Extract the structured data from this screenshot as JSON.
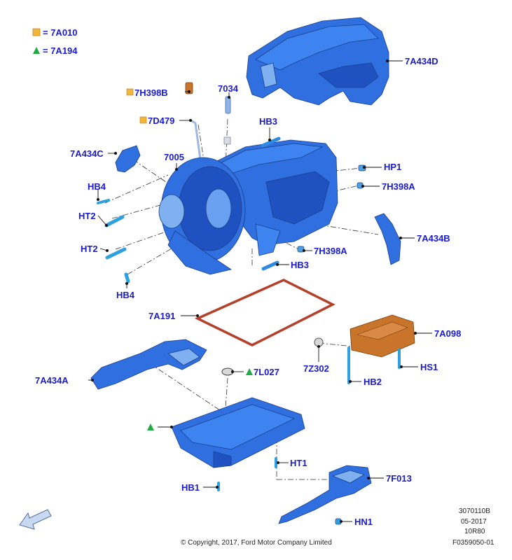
{
  "legend": [
    {
      "symbol": "square-orange",
      "text": "= 7A010"
    },
    {
      "symbol": "triangle-green",
      "text": "= 7A194"
    }
  ],
  "labels": {
    "l_7A434D": "7A434D",
    "l_7H398B": "7H398B",
    "l_7034": "7034",
    "l_7D479": "7D479",
    "l_HB3_top": "HB3",
    "l_7A434C": "7A434C",
    "l_7005": "7005",
    "l_HP1": "HP1",
    "l_7H398A_r": "7H398A",
    "l_HB4_top": "HB4",
    "l_HT2_a": "HT2",
    "l_7A434B": "7A434B",
    "l_HT2_b": "HT2",
    "l_7H398A_b": "7H398A",
    "l_HB3_bot": "HB3",
    "l_HB4_bot": "HB4",
    "l_7A191": "7A191",
    "l_7A098": "7A098",
    "l_7Z302": "7Z302",
    "l_HS1": "HS1",
    "l_HB2": "HB2",
    "l_7A434A": "7A434A",
    "l_7L027": "7L027",
    "l_HT1": "HT1",
    "l_7F013": "7F013",
    "l_HB1": "HB1",
    "l_HN1": "HN1"
  },
  "footer": {
    "ref_code": "3070110B",
    "date": "05-2017",
    "model": "10R80",
    "figure_id": "F0359050-01",
    "copyright": "© Copyright, 2017, Ford Motor Company Limited"
  },
  "colors": {
    "part_blue": "#2f6fe0",
    "label_blue": "#1a1ad0",
    "orange_part": "#c8742a",
    "legend_orange": "#f2b53c",
    "legend_green": "#22aa44",
    "gasket": "#b5402a"
  }
}
